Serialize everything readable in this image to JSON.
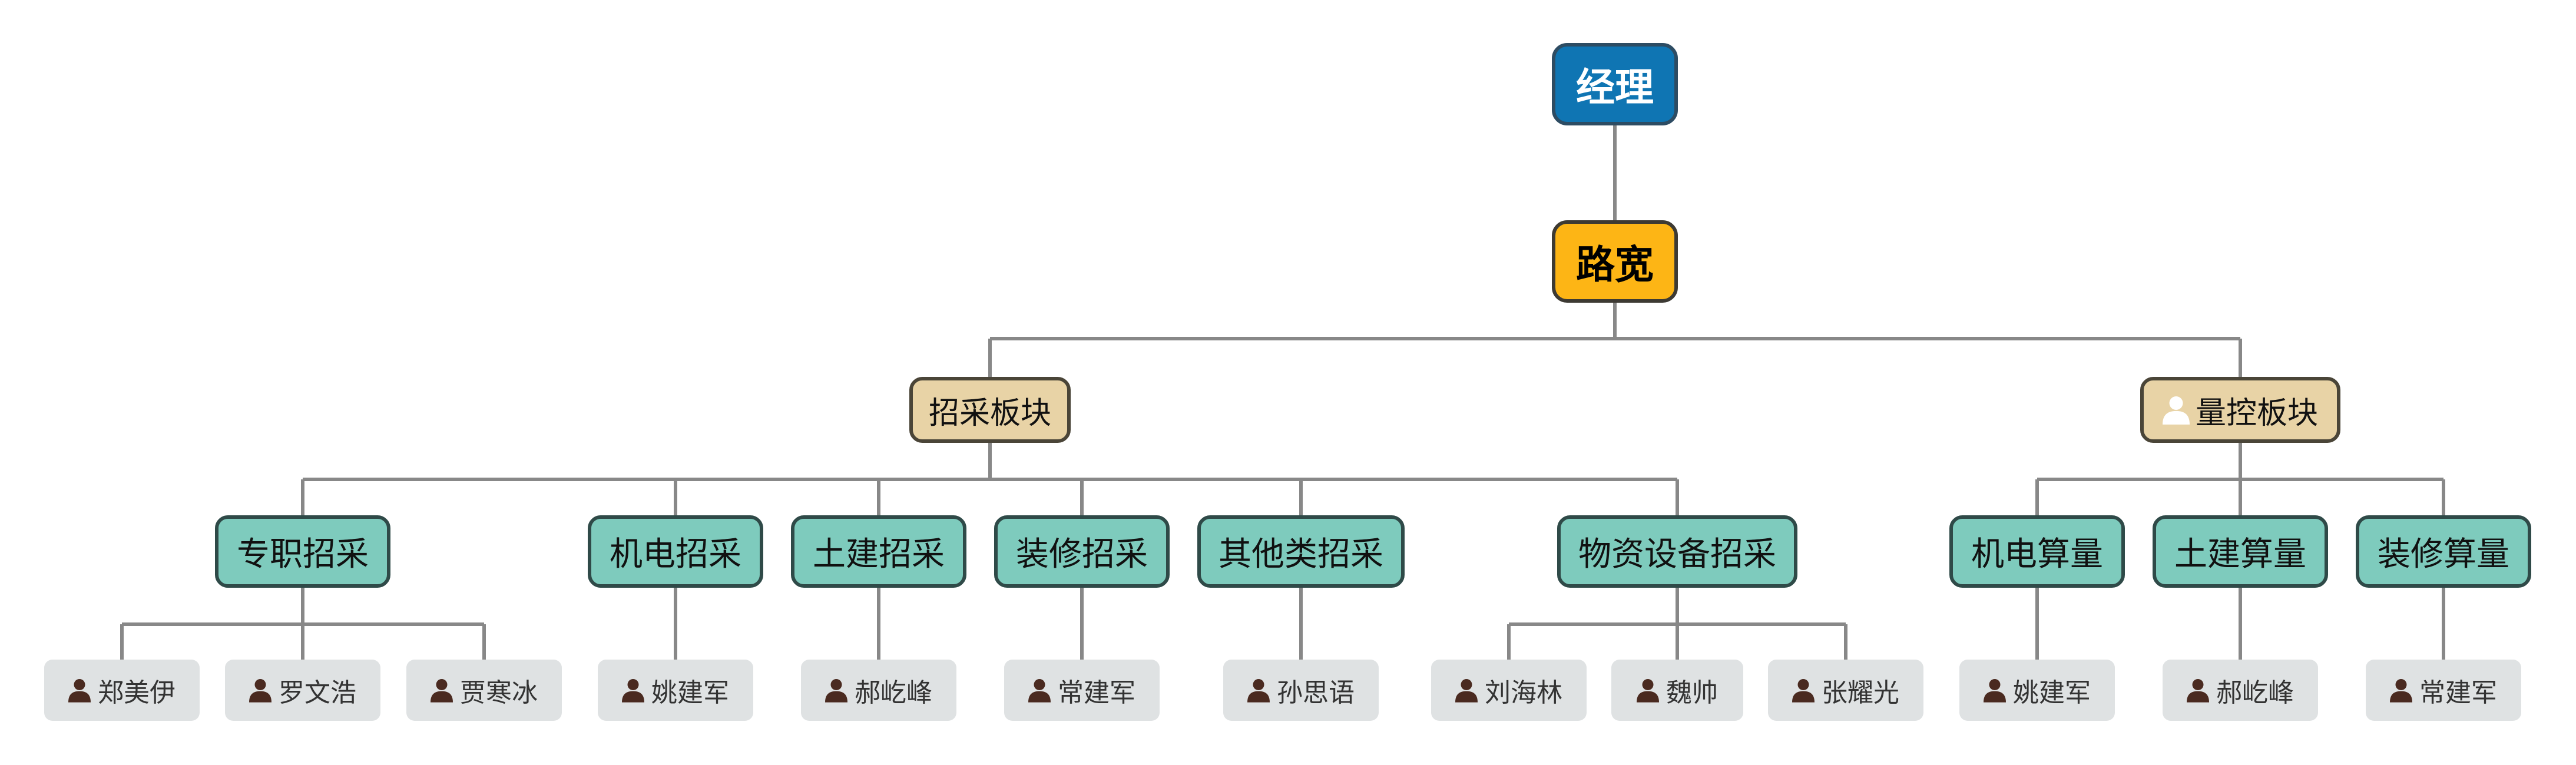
{
  "colors": {
    "root": "#0f75b3",
    "head": "#fdb515",
    "section": "#e8d3a6",
    "department": "#7ecbbd",
    "person": "#dfe2e3",
    "connector": "#888888",
    "person_icon": "#4a2a20"
  },
  "root": {
    "label": "经理"
  },
  "head": {
    "label": "路宽"
  },
  "sections": [
    {
      "label": "招采板块",
      "icon": "",
      "departments": [
        {
          "label": "专职招采",
          "people": [
            "郑美伊",
            "罗文浩",
            "贾寒冰"
          ]
        },
        {
          "label": "机电招采",
          "people": [
            "姚建军"
          ]
        },
        {
          "label": "土建招采",
          "people": [
            "郝屹峰"
          ]
        },
        {
          "label": "装修招采",
          "people": [
            "常建军"
          ]
        },
        {
          "label": "其他类招采",
          "people": [
            "孙思语"
          ]
        },
        {
          "label": "物资设备招采",
          "people": [
            "刘海林",
            "魏帅",
            "张耀光"
          ]
        }
      ]
    },
    {
      "label": "量控板块",
      "icon": "user-icon",
      "departments": [
        {
          "label": "机电算量",
          "people": [
            "姚建军"
          ]
        },
        {
          "label": "土建算量",
          "people": [
            "郝屹峰"
          ]
        },
        {
          "label": "装修算量",
          "people": [
            "常建军"
          ]
        }
      ]
    }
  ]
}
